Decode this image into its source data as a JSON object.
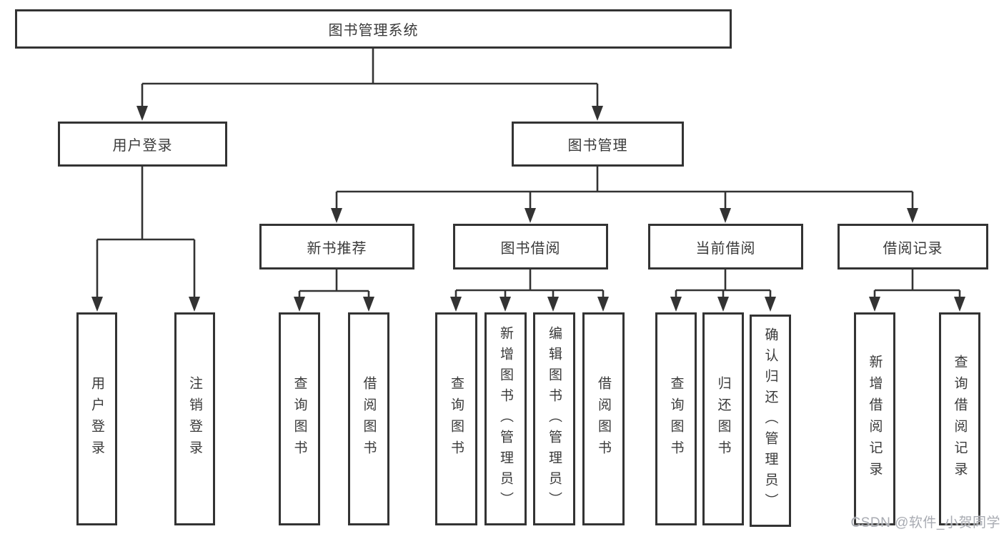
{
  "diagram": {
    "title": "图书管理系统",
    "nodes": {
      "root": "图书管理系统",
      "user_login": "用户登录",
      "book_mgmt": "图书管理",
      "new_books": "新书推荐",
      "book_borrow": "图书借阅",
      "current_borrow": "当前借阅",
      "borrow_records": "借阅记录",
      "leaf_user_login": "用户登录",
      "leaf_logout": "注销登录",
      "leaf_query_books_1": "查询图书",
      "leaf_borrow_books_1": "借阅图书",
      "leaf_query_books_2": "查询图书",
      "leaf_add_books": "新增图书（管理员）",
      "leaf_edit_books": "编辑图书（管理员）",
      "leaf_borrow_books_2": "借阅图书",
      "leaf_query_books_3": "查询图书",
      "leaf_return_books": "归还图书",
      "leaf_confirm_return": "确认归还（管理员）",
      "leaf_add_record": "新增借阅记录",
      "leaf_query_record": "查询借阅记录"
    },
    "hierarchy": {
      "图书管理系统": {
        "用户登录": [
          "用户登录",
          "注销登录"
        ],
        "图书管理": {
          "新书推荐": [
            "查询图书",
            "借阅图书"
          ],
          "图书借阅": [
            "查询图书",
            "新增图书（管理员）",
            "编辑图书（管理员）",
            "借阅图书"
          ],
          "当前借阅": [
            "查询图书",
            "归还图书",
            "确认归还（管理员）"
          ],
          "借阅记录": [
            "新增借阅记录",
            "查询借阅记录"
          ]
        }
      }
    }
  },
  "watermark": "CSDN @软件_小贺同学",
  "colors": {
    "line": "#333333",
    "border": "#333333",
    "text": "#3a3a3a",
    "watermark": "#a8abb2",
    "background": "#ffffff"
  }
}
